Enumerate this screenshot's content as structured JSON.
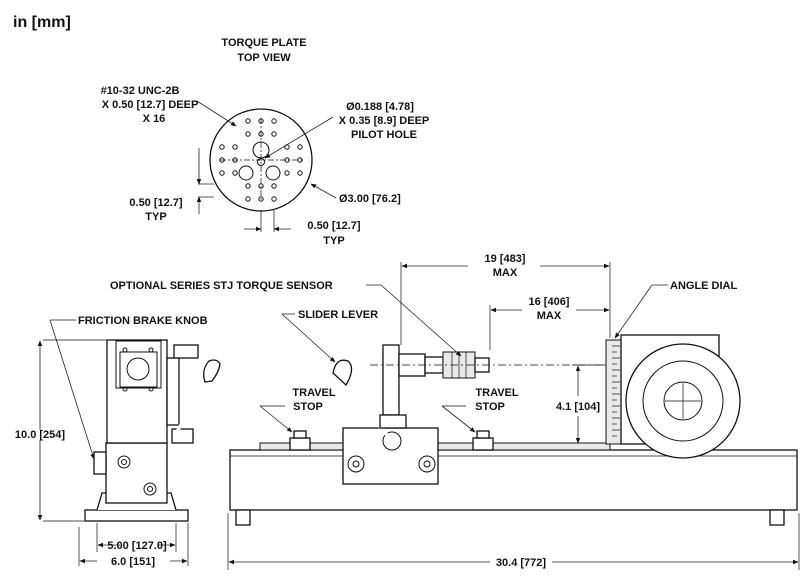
{
  "units_label": "in [mm]",
  "torque_plate": {
    "title_line1": "TORQUE PLATE",
    "title_line2": "TOP VIEW",
    "tap_line1": "#10-32 UNC-2B",
    "tap_line2": "X 0.50 [12.7] DEEP",
    "tap_line3": "X 16",
    "pilot_line1": "Ø0.188 [4.78]",
    "pilot_line2": "X 0.35 [8.9] DEEP",
    "pilot_line3": "PILOT HOLE",
    "diameter": "Ø3.00 [76.2]",
    "spacing_v": "0.50 [12.7]",
    "spacing_v_typ": "TYP",
    "spacing_h": "0.50 [12.7]",
    "spacing_h_typ": "TYP"
  },
  "side_view": {
    "friction_brake_knob": "FRICTION BRAKE KNOB",
    "height": "10.0 [254]",
    "width_inner": "5.00 [127.0]",
    "width_outer": "6.0 [151]"
  },
  "front_view": {
    "optional_sensor": "OPTIONAL SERIES STJ TORQUE SENSOR",
    "slider_lever": "SLIDER LEVER",
    "travel_stop": "TRAVEL",
    "travel_stop_2": "STOP",
    "angle_dial": "ANGLE DIAL",
    "max_19": "19 [483]",
    "max_19_label": "MAX",
    "max_16": "16 [406]",
    "max_16_label": "MAX",
    "height_41": "4.1 [104]",
    "length": "30.4 [772]"
  }
}
